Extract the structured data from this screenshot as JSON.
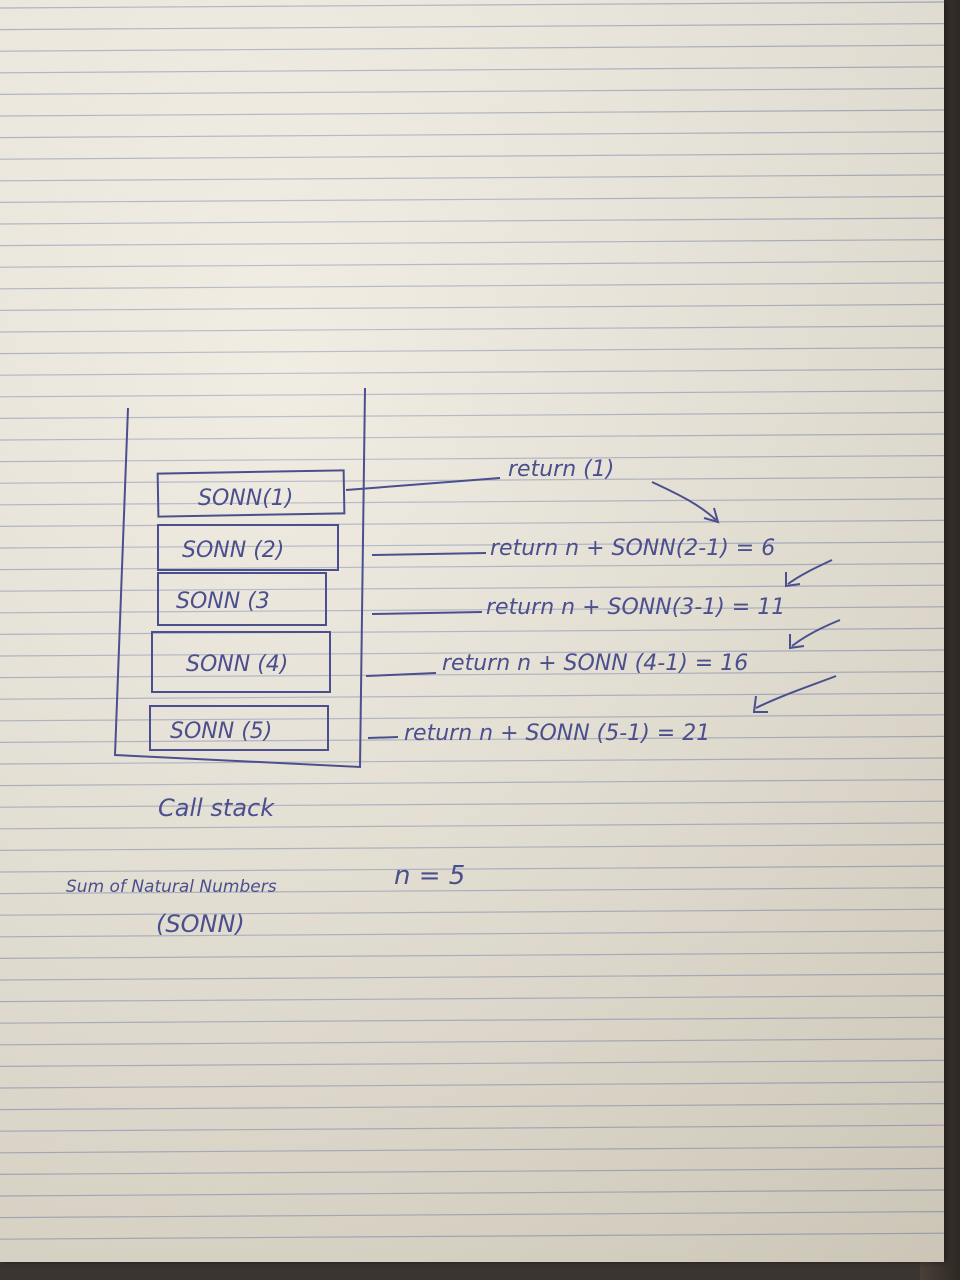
{
  "colors": {
    "ink": "#4b4f8e",
    "rule_line": "#8f97b4",
    "paper": "#ece6d9"
  },
  "call_stack": {
    "frames": [
      "SONN(1)",
      "SONN (2)",
      "SONN (3",
      "SONN (4)",
      "SONN (5)"
    ],
    "label": "Call stack"
  },
  "returns": [
    "return (1)",
    "return n + SONN(2-1) = 6",
    "return n + SONN(3-1) = 11",
    "return n + SONN (4-1) = 16",
    "return n + SONN (5-1) = 21"
  ],
  "caption": {
    "line1": "Sum of Natural Numbers",
    "line2": "(SONN)"
  },
  "input": "n = 5"
}
